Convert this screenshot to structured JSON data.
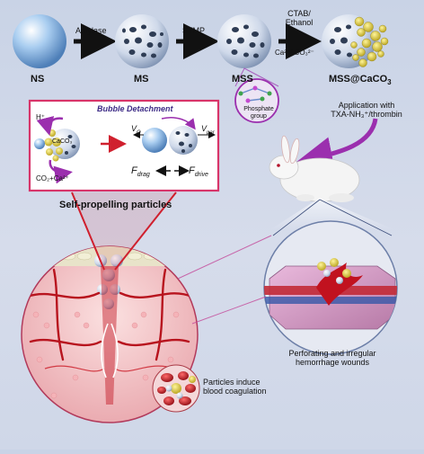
{
  "stages": [
    {
      "label": "NS"
    },
    {
      "label": "MS"
    },
    {
      "label": "MSS"
    },
    {
      "label": "MSS@CaCO",
      "sub": "3"
    }
  ],
  "arrows": [
    {
      "label": "Amylase"
    },
    {
      "label": "STMP"
    },
    {
      "label_line1": "CTAB/",
      "label_line2": "Ethanol",
      "label_line3": "Ca²⁺/ CO₃²⁻"
    }
  ],
  "phosphate_label": "Phosphate group",
  "application": {
    "line1": "Application with",
    "line2": "TXA-NH₃⁺/thrombin"
  },
  "inset": {
    "title": "Bubble Detachment",
    "caco3": "CaCO₃",
    "h_plus": "H⁺",
    "co2": "CO₂+Ca²⁺",
    "v_o": "V",
    "v_o_sub": "O",
    "v_par": "V",
    "v_par_sub": "par",
    "f_drag": "F",
    "f_drag_sub": "drag",
    "f_drive": "F",
    "f_drive_sub": "drive"
  },
  "self_propelling": "Self-propelling particles",
  "wound": {
    "line1": "Perforating and irregular",
    "line2": "hemorrhage wounds"
  },
  "coagulation": {
    "line1": "Particles induce",
    "line2": "blood coagulation"
  },
  "colors": {
    "sphere": "#9ec3ea",
    "porous": "#d9e3f2",
    "yellow": "#e2d24a",
    "pink_border": "#d8356a",
    "magenta_arrow": "#9b2fae",
    "tissue": "#f2c4c4",
    "blood": "#c1121f"
  }
}
